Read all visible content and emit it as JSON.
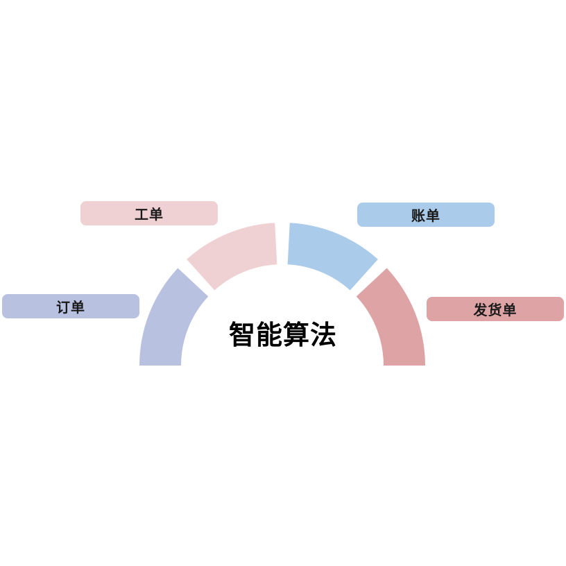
{
  "title": "智能算法",
  "segments": [
    {
      "label": "订单",
      "color": "#b8c1e0"
    },
    {
      "label": "工单",
      "color": "#efd1d4"
    },
    {
      "label": "账单",
      "color": "#abcbea"
    },
    {
      "label": "发货单",
      "color": "#dea3a5"
    }
  ]
}
